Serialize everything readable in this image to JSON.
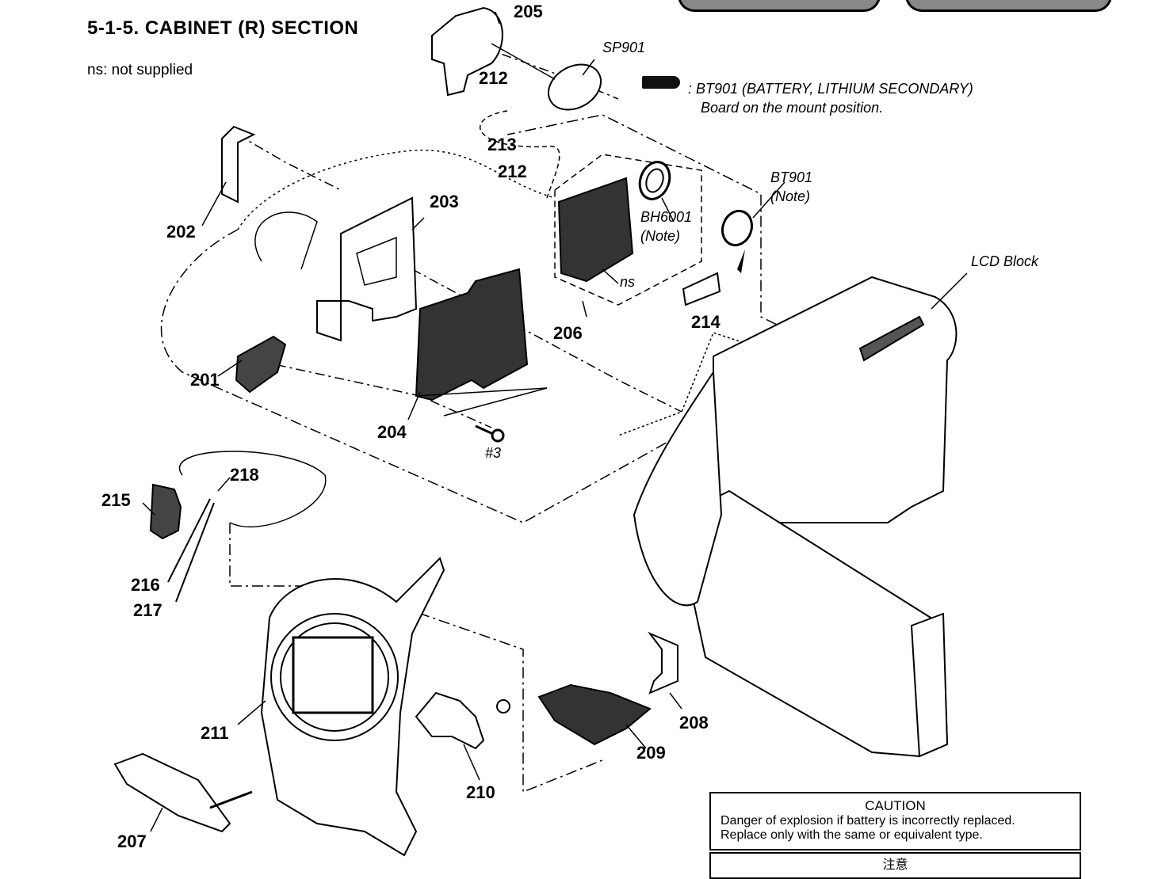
{
  "header": {
    "title": "5-1-5.  CABINET (R)  SECTION",
    "legend": "ns: not supplied"
  },
  "note": {
    "line1": ": BT901 (BATTERY, LITHIUM SECONDARY)",
    "line2": "Board on the mount position."
  },
  "labels": {
    "sp901": "SP901",
    "bt901": "BT901",
    "bt901_note": "(Note)",
    "bh6001": "BH6001",
    "bh6001_note": "(Note)",
    "ns": "ns",
    "lcd_block": "LCD Block",
    "screw": "#3"
  },
  "part_numbers": {
    "p201": "201",
    "p202": "202",
    "p203": "203",
    "p204": "204",
    "p205": "205",
    "p206": "206",
    "p207": "207",
    "p208": "208",
    "p209": "209",
    "p210": "210",
    "p211": "211",
    "p212a": "212",
    "p212b": "212",
    "p213": "213",
    "p214": "214",
    "p215": "215",
    "p216": "216",
    "p217": "217",
    "p218": "218"
  },
  "caution": {
    "title": "CAUTION",
    "line1": "Danger of explosion if battery is incorrectly replaced.",
    "line2": "Replace only with the same or equivalent type.",
    "jp_title": "注意"
  }
}
